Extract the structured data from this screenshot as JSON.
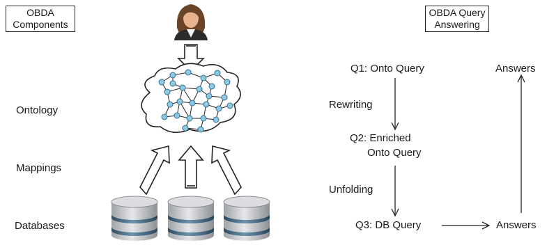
{
  "left_panel": {
    "title_lines": [
      "OBDA",
      "Components"
    ],
    "layers": {
      "ontology": "Ontology",
      "mappings": "Mappings",
      "databases": "Databases"
    }
  },
  "right_panel": {
    "title_lines": [
      "OBDA Query",
      "Answering"
    ],
    "q1": "Q1: Onto Query",
    "rewriting": "Rewriting",
    "q2_lines": [
      "Q2: Enriched",
      "Onto Query"
    ],
    "unfolding": "Unfolding",
    "q3": "Q3: DB Query",
    "answers_bottom": "Answers",
    "answers_top": "Answers"
  },
  "colors": {
    "node": "#8ec9e4",
    "node_stroke": "#2f6f8a",
    "line": "#222222",
    "db_body": "#c7c9cc",
    "db_band": "#4d6f86",
    "hair": "#6a4426",
    "skin": "#e8b48f",
    "suit": "#2b2b2b"
  },
  "icons": [
    "user-icon",
    "ontology-cloud-icon",
    "database-icon"
  ]
}
